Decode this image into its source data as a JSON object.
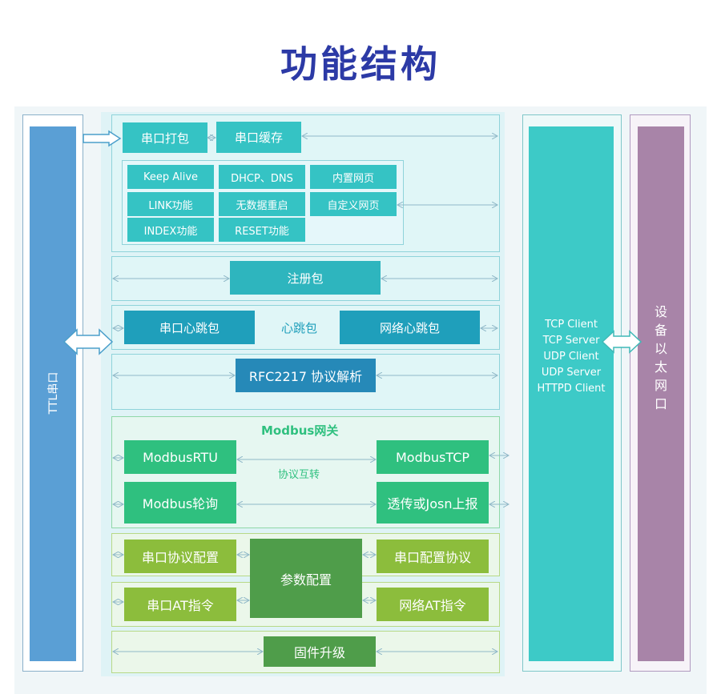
{
  "title": "功能结构",
  "left_column": {
    "label": "TTL串口"
  },
  "right_column": {
    "label": "设备以太网口",
    "label_chars": [
      "设",
      "备",
      "以",
      "太",
      "网",
      "口"
    ]
  },
  "network_protocols": [
    "TCP Client",
    "TCP Server",
    "UDP Client",
    "UDP Server",
    "HTTPD Client"
  ],
  "top_section": {
    "serial_pack": "串口打包",
    "serial_cache": "串口缓存",
    "features": [
      "Keep Alive",
      "DHCP、DNS",
      "内置网页",
      "LINK功能",
      "无数据重启",
      "自定义网页",
      "INDEX功能",
      "RESET功能"
    ]
  },
  "register_packet": "注册包",
  "heartbeat": {
    "serial": "串口心跳包",
    "label": "心跳包",
    "network": "网络心跳包"
  },
  "rfc2217": "RFC2217  协议解析",
  "modbus": {
    "title": "Modbus网关",
    "rtu": "ModbusRTU",
    "tcp": "ModbusTCP",
    "interconvert": "协议互转",
    "polling": "Modbus轮询",
    "passthrough": "透传或Josn上报"
  },
  "config": {
    "serial_protocol_config": "串口协议配置",
    "param_config": "参数配置",
    "serial_config_protocol": "串口配置协议",
    "serial_at": "串口AT指令",
    "network_at": "网络AT指令"
  },
  "firmware_upgrade": "固件升级",
  "colors": {
    "title": "#2c3aa6",
    "ttl": "#5a9fd5",
    "tcp": "#3dcac7",
    "ethernet": "#a884a8",
    "teal": "#35c3c4",
    "blue": "#2689b8",
    "green": "#2fc07f",
    "light_green": "#8cbd3c",
    "dark_green": "#4f9d4a"
  }
}
